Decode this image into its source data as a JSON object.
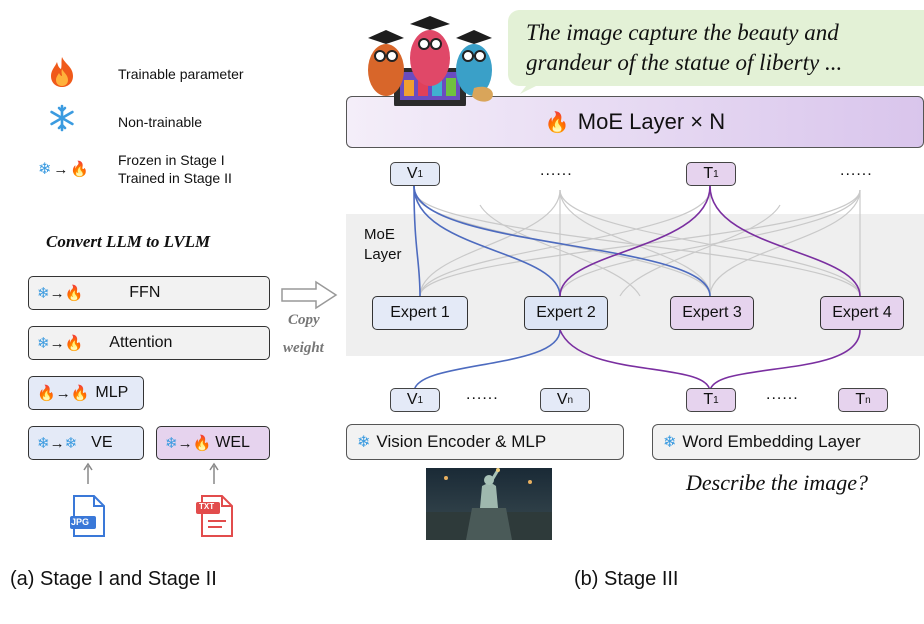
{
  "legend": {
    "trainable": "Trainable parameter",
    "nontrainable": "Non-trainable",
    "stage_line1": "Frozen in Stage I",
    "stage_line2": "Trained in Stage II"
  },
  "left": {
    "title": "Convert LLM to LVLM",
    "ffn": "FFN",
    "attention": "Attention",
    "mlp": "MLP",
    "ve": "VE",
    "wel": "WEL",
    "jpg": "JPG",
    "txt": "TXT"
  },
  "copy": {
    "line1": "Copy",
    "line2": "weight"
  },
  "right": {
    "speech": {
      "line1": "The image capture the beauty and",
      "line2": "grandeur of the statue of liberty ..."
    },
    "moe_layer_n": "MoE Layer × N",
    "moe": {
      "line1": "MoE",
      "line2": "Layer"
    },
    "experts": [
      "Expert 1",
      "Expert 2",
      "Expert 3",
      "Expert 4"
    ],
    "dots": "......",
    "tokens": {
      "v": "V",
      "t": "T",
      "sub1": "1",
      "subn": "n"
    },
    "vision_encoder": "Vision Encoder & MLP",
    "word_embedding": "Word Embedding Layer",
    "question": "Describe the image?"
  },
  "captions": {
    "a": "(a) Stage I and Stage II",
    "b": "(b) Stage III"
  },
  "colors": {
    "vision_blue": "#4d6bbf",
    "text_purple": "#7a2fa0",
    "token_v_fill": "#e4eaf7",
    "token_t_fill": "#e6d3ee",
    "moe_band": "#efefef",
    "speech_fill": "#e3f1d6"
  }
}
